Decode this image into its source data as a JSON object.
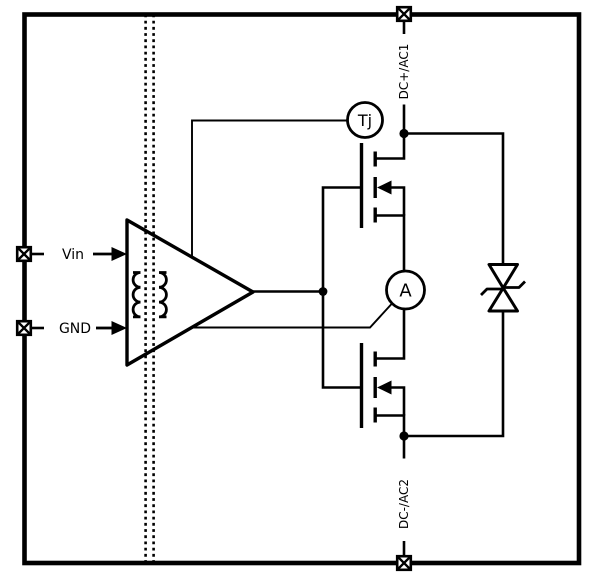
{
  "diagram": {
    "kind": "isolated-gate-driver-power-stage-schematic",
    "labels": {
      "vin": "Vin",
      "gnd": "GND",
      "dc_ac1": "DC+/AC1",
      "dc_ac2": "DC-/AC2",
      "temp_sensor": "Tj",
      "current_sensor": "A"
    },
    "components": [
      "outer-enclosure",
      "isolation-barrier",
      "transformer",
      "gate-driver-amplifier",
      "high-side-mosfet",
      "low-side-mosfet",
      "bidirectional-tvs-diode",
      "temperature-sensor",
      "current-sensor",
      "external-terminal-vin",
      "external-terminal-gnd",
      "external-terminal-dc-ac1",
      "external-terminal-dc-ac2"
    ],
    "colors": {
      "line": "#000000",
      "background": "#ffffff"
    }
  }
}
